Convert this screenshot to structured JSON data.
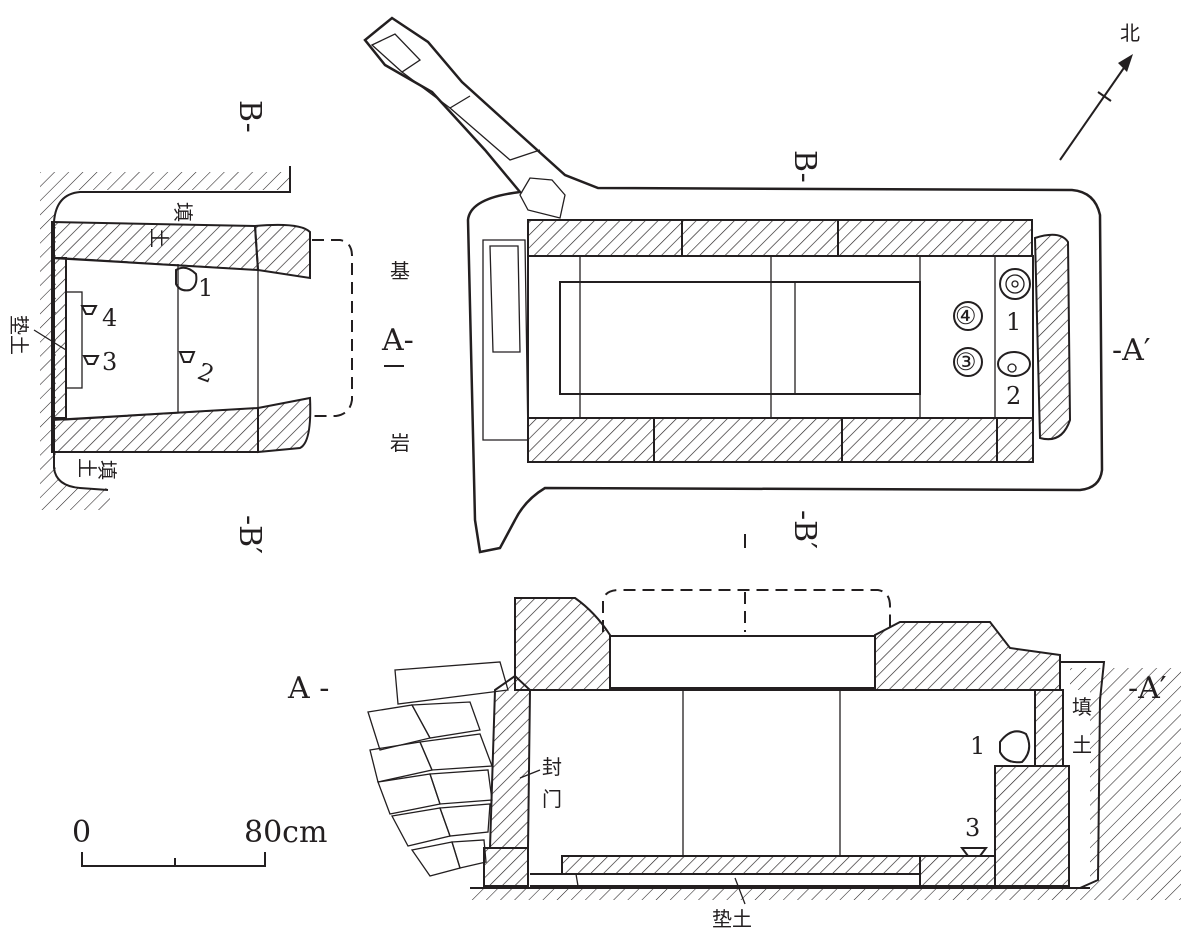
{
  "north": "北",
  "plan": {
    "section_b_top": "B-",
    "section_b_bottom": "-B′",
    "section_a_right": "-A′",
    "item_1": "1",
    "item_2": "2",
    "item_3": "③",
    "item_4": "④"
  },
  "section_bb": {
    "label_top": "B-",
    "label_bottom": "-B′",
    "fill_top": "填\n土",
    "fill_bottom": "填\n土",
    "pad_soil": "垫土",
    "item_1": "1",
    "item_2": "2",
    "item_3": "3",
    "item_4": "4"
  },
  "middle": {
    "bedrock": "基\n岩",
    "a_label": "A-"
  },
  "section_aa": {
    "label_left": "A -",
    "label_right": "-A′",
    "seal_door": "封\n门",
    "fill_soil": "填\n土",
    "pad_soil": "垫土",
    "item_1": "1",
    "item_3": "3"
  },
  "scale": {
    "start": "0",
    "end": "80cm"
  },
  "colors": {
    "ink": "#231f20",
    "paper": "#ffffff"
  }
}
